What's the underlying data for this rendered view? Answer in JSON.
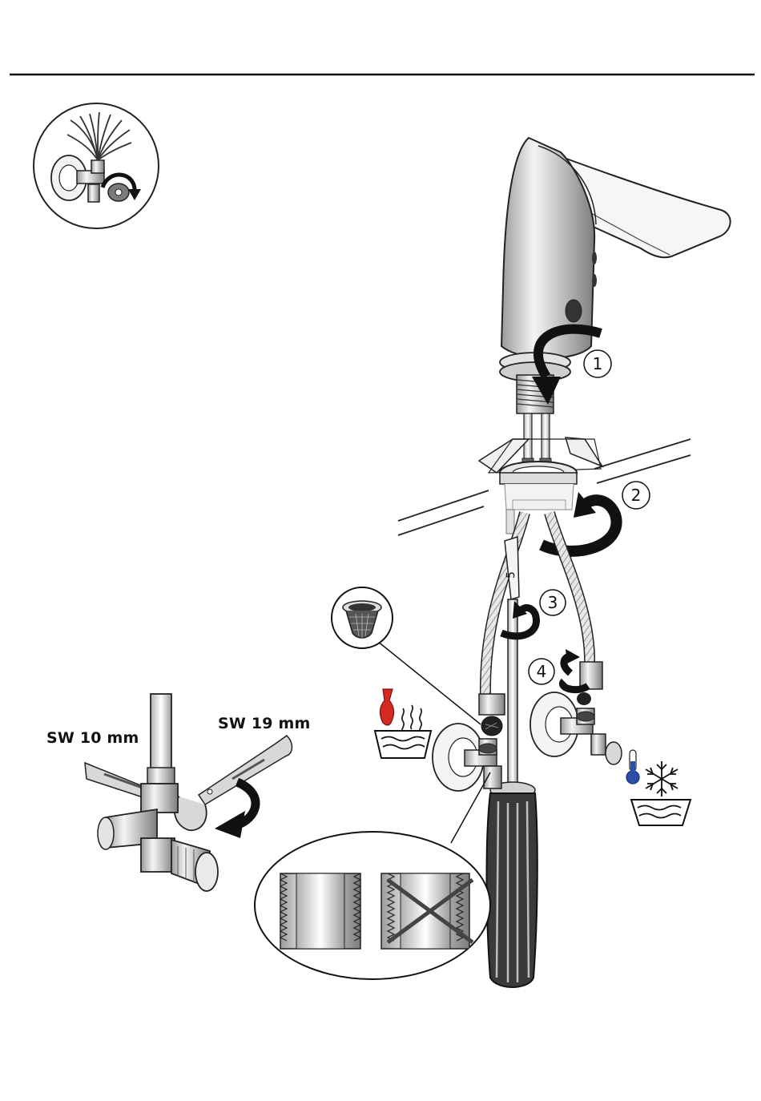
{
  "labels": {
    "wrench_small": "SW 10 mm",
    "wrench_large": "SW 19 mm"
  },
  "steps": [
    "1",
    "2",
    "3",
    "4"
  ],
  "tool_marking": "5",
  "icons": {
    "flush_callout": "flush-water-icon",
    "hot_water": "hot-water-icon",
    "cold_water": "cold-water-icon",
    "strainer": "strainer-icon",
    "thread_ok": "thread-correct-icon",
    "thread_wrong": "thread-wrong-icon"
  },
  "colors": {
    "hot": "#d42a1f",
    "cold": "#2b4fa8",
    "line": "#1a1a1a"
  }
}
